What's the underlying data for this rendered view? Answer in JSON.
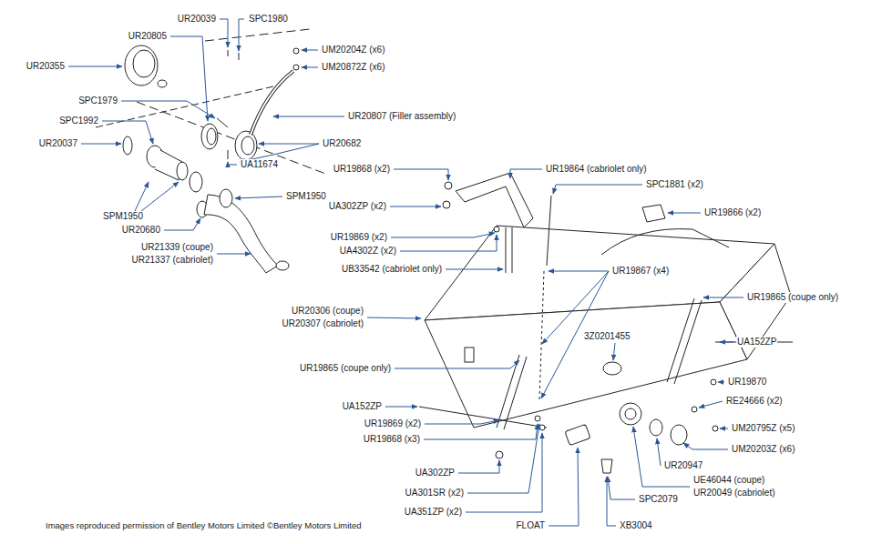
{
  "diagram": {
    "caption": "Images reproduced permission of Bentley Motors Limited ©Bentley Motors Limited",
    "labels": [
      "UR20039",
      "SPC1980",
      "UR20805",
      "UM20204Z (x6)",
      "UR20355",
      "UM20872Z (x6)",
      "SPC1979",
      "UR20807 (Filler assembly)",
      "SPC1992",
      "UR20037",
      "UR20682",
      "UA11674",
      "UR19868 (x2)",
      "UR19864 (cabriolet only)",
      "SPC1881 (x2)",
      "SPM1950",
      "UA302ZP (x2)",
      "SPM1950",
      "UR19866 (x2)",
      "UR20680",
      "UR19869 (x2)",
      "UA4302Z (x2)",
      "UR21339 (coupe)",
      "UR21337 (cabriolet)",
      "UB33542 (cabriolet only)",
      "UR19867 (x4)",
      "UR19865 (coupe only)",
      "UR20306 (coupe)",
      "UR20307 (cabriolet)",
      "3Z0201455",
      "UA152ZP",
      "UR19865 (coupe only)",
      "UR19870",
      "RE24666 (x2)",
      "UA152ZP",
      "UR19869 (x2)",
      "UM20795Z (x5)",
      "UR19868 (x3)",
      "UM20203Z (x6)",
      "UR20947",
      "UA302ZP",
      "UE46044 (coupe)",
      "UR20049 (cabriolet)",
      "UA301SR (x2)",
      "SPC2079",
      "UA351ZP (x2)",
      "FLOAT",
      "XB3004"
    ]
  }
}
